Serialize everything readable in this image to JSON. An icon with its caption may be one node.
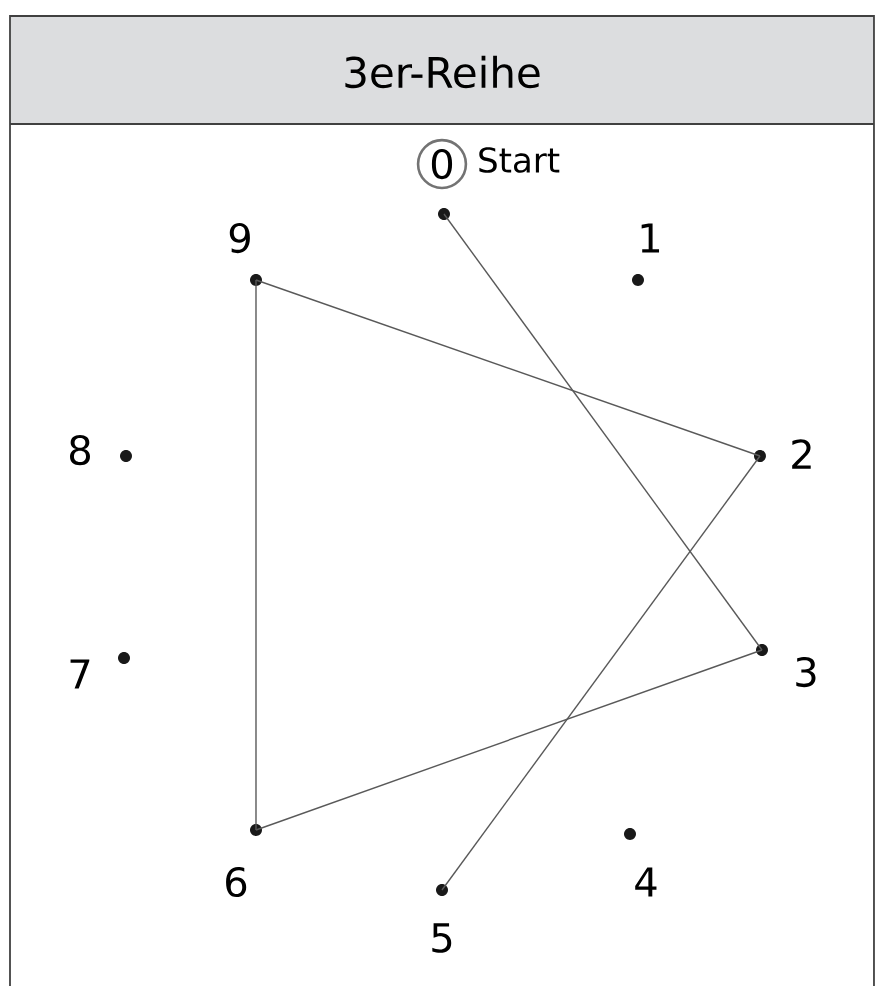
{
  "diagram": {
    "title": "3er-Reihe",
    "nodes": [
      {
        "text": [
          "0"
        ],
        "beside": [
          "Start"
        ]
      },
      {
        "text": [
          "1"
        ]
      },
      {
        "text": [
          "2"
        ]
      },
      {
        "text": [
          "3"
        ]
      },
      {
        "text": [
          "4"
        ]
      },
      {
        "text": [
          "5"
        ]
      },
      {
        "text": [
          "6"
        ]
      },
      {
        "text": [
          "7"
        ]
      },
      {
        "text": [
          "8"
        ]
      },
      {
        "text": [
          "9"
        ]
      }
    ],
    "edges": [
      {
        "from": 0,
        "to": 3,
        "arrow": "none"
      },
      {
        "from": 3,
        "to": 6,
        "arrow": "none"
      },
      {
        "from": 6,
        "to": 9,
        "arrow": "none"
      },
      {
        "from": 9,
        "to": 2,
        "arrow": "none"
      },
      {
        "from": 2,
        "to": 5,
        "arrow": "none"
      }
    ]
  }
}
